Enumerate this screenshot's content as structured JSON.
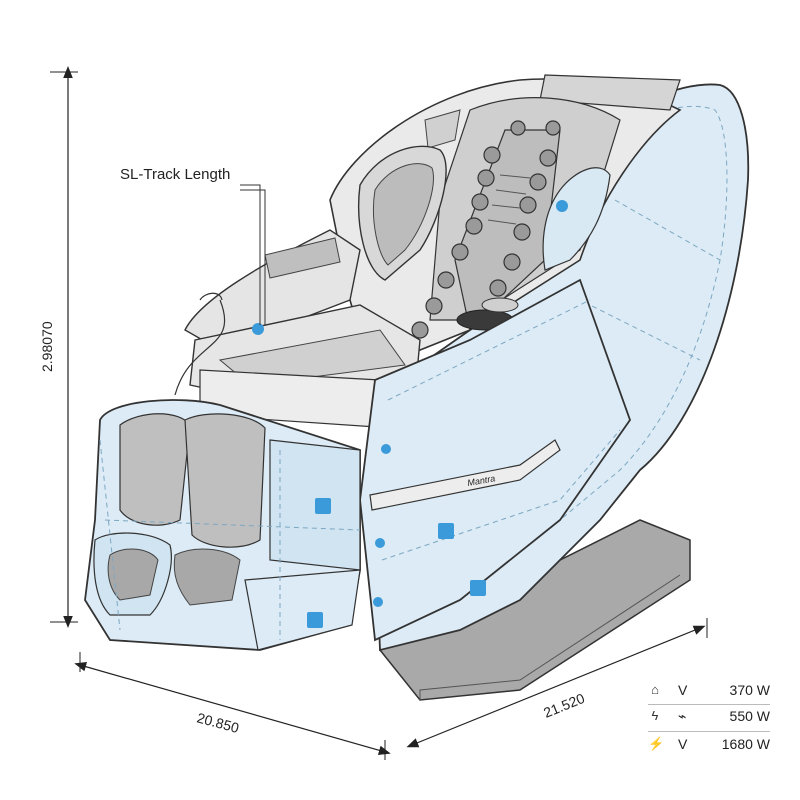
{
  "callout": {
    "label": "SL-Track Length"
  },
  "dimensions": {
    "height": "2.98070",
    "width": "20.850",
    "depth": "21.520"
  },
  "brand": {
    "logo_text": "Mantra"
  },
  "specs": [
    {
      "icon": "home-outline-icon",
      "glyph": "⌂",
      "voltage": "V",
      "power": "370 W"
    },
    {
      "icon": "plug-icon",
      "glyph": "ϟ",
      "voltage": "⌁",
      "power": "550 W"
    },
    {
      "icon": "lightning-icon",
      "glyph": "⚡",
      "voltage": "V",
      "power": "1680 W"
    }
  ],
  "colors": {
    "panel_blue": "#dcebf5",
    "outline": "#3a3a3a",
    "track_grey": "#c9c9c9",
    "accent_blue": "#3b9ad9",
    "base_grey": "#a7a7a7"
  }
}
